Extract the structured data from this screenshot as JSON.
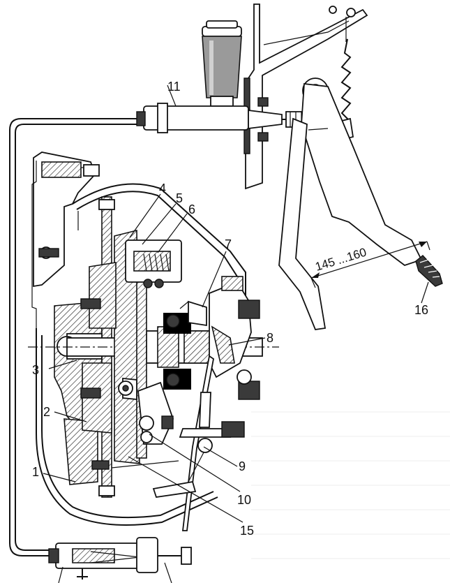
{
  "figure": {
    "labels": [
      {
        "id": "1",
        "text": "1"
      },
      {
        "id": "2",
        "text": "2"
      },
      {
        "id": "3",
        "text": "3"
      },
      {
        "id": "4",
        "text": "4"
      },
      {
        "id": "5",
        "text": "5"
      },
      {
        "id": "6",
        "text": "6"
      },
      {
        "id": "7",
        "text": "7"
      },
      {
        "id": "8",
        "text": "8"
      },
      {
        "id": "9",
        "text": "9"
      },
      {
        "id": "10",
        "text": "10"
      },
      {
        "id": "11",
        "text": "11"
      },
      {
        "id": "15",
        "text": "15"
      },
      {
        "id": "16",
        "text": "16"
      }
    ],
    "pedal_travel_dimension": "145 ...160"
  }
}
